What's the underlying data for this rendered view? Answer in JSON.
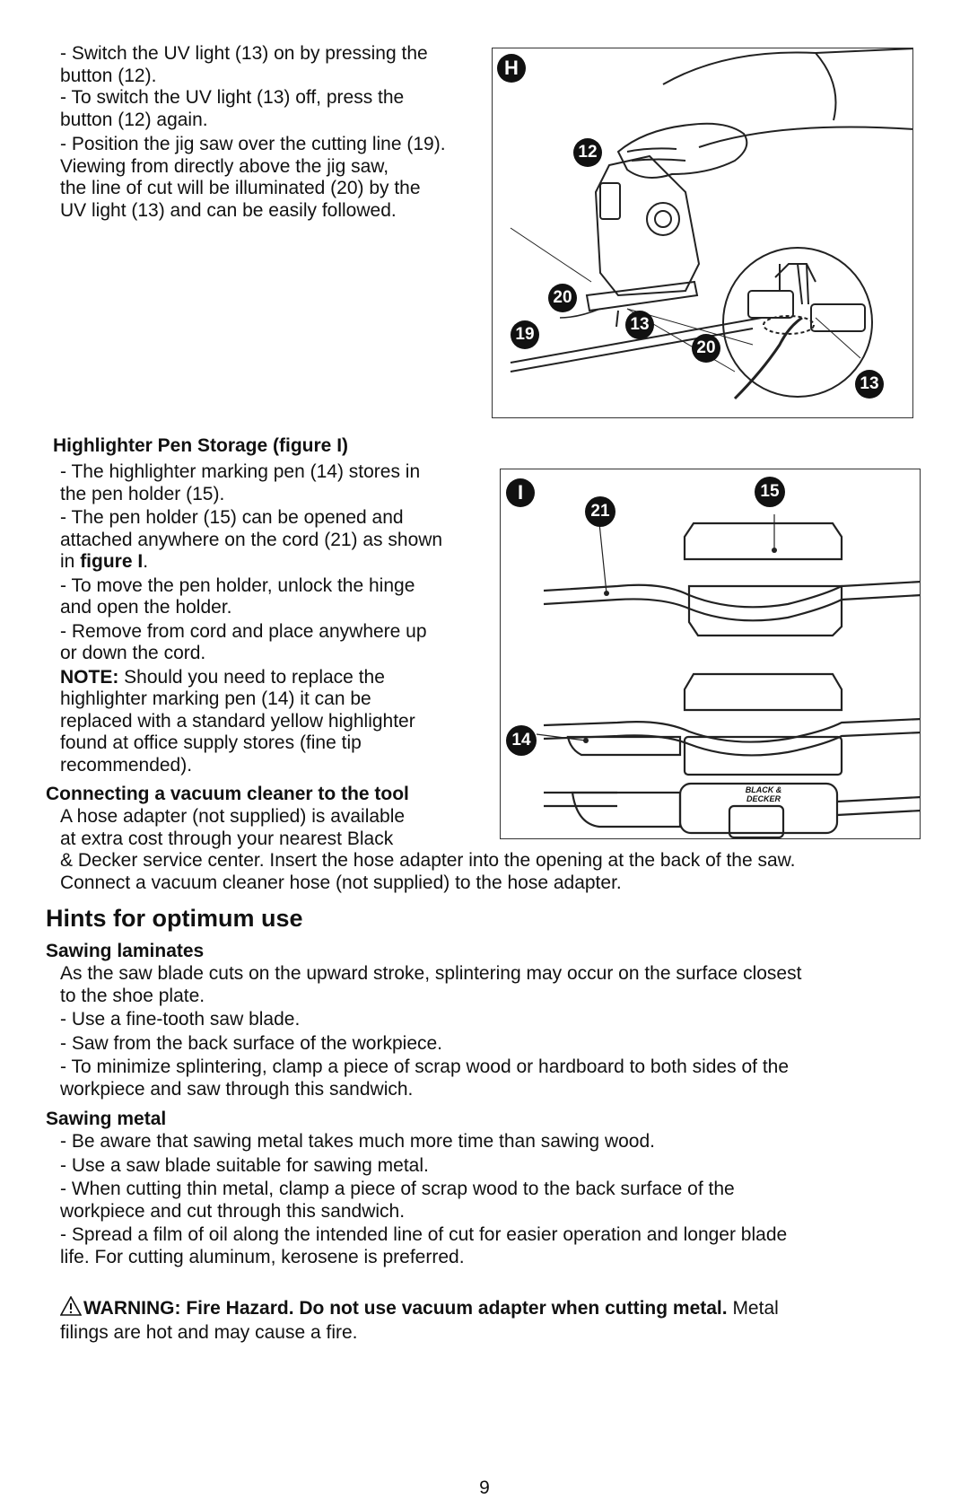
{
  "uv_section": {
    "lines": [
      "- Switch the UV light (13) on by pressing the",
      "button (12).",
      "- To switch the UV light (13) off, press the",
      "button (12) again.",
      " - Position the jig saw over the cutting line (19).",
      "Viewing from directly above the jig saw,",
      "the line of cut will be illuminated (20) by the",
      "UV light (13) and can be easily followed."
    ]
  },
  "figure_h": {
    "label": "H",
    "callouts": {
      "c12": "12",
      "c20a": "20",
      "c19": "19",
      "c13a": "13",
      "c20b": "20",
      "c13b": "13"
    }
  },
  "pen_storage": {
    "heading": "Highlighter Pen Storage (figure I)",
    "line1": "- The highlighter marking pen (14) stores in",
    "line2": "the pen holder (15).",
    "line3": " - The pen holder (15) can be opened and",
    "line4": "attached anywhere on the cord (21) as shown",
    "line5_pre": "in ",
    "line5_bold": "figure I",
    "line5_post": ".",
    "line6": " - To move the pen holder, unlock the hinge",
    "line7": "and open the holder.",
    "line8": " - Remove from cord and place anywhere up",
    "line9": "or down the cord.",
    "note_label": "NOTE:",
    "note_text": " Should you need to replace the",
    "line11": "highlighter marking pen (14) it can be",
    "line12": "replaced with a standard yellow highlighter",
    "line13": "found at office supply stores (fine tip",
    "line14": "recommended)."
  },
  "figure_i": {
    "label": "I",
    "callouts": {
      "c21": "21",
      "c15": "15",
      "c14": "14"
    },
    "brand_mark": "BLACK & DECKER"
  },
  "vacuum": {
    "heading": "Connecting a vacuum cleaner to the tool",
    "line1": "A hose adapter (not supplied) is available",
    "line2": "at extra cost through your nearest Black",
    "line3": "& Decker service center. Insert the hose adapter into the opening at the back of the saw.",
    "line4": "Connect a vacuum cleaner hose (not supplied) to the hose adapter."
  },
  "hints": {
    "heading": "Hints for optimum use",
    "laminates": {
      "heading": "Sawing laminates",
      "lines": [
        "As the saw blade cuts on the upward stroke, splintering may occur on the surface closest",
        "to the shoe plate.",
        "- Use a fine-tooth saw blade.",
        "- Saw from the back surface of the workpiece.",
        "- To minimize splintering, clamp a piece of scrap wood or hardboard to both sides of the",
        "workpiece and saw through this sandwich."
      ]
    },
    "metal": {
      "heading": "Sawing metal",
      "lines": [
        "- Be aware that sawing metal takes much more time than sawing wood.",
        "- Use a saw blade suitable for sawing metal.",
        "- When cutting thin metal, clamp a piece of scrap wood to the back surface of the",
        "workpiece and cut through this sandwich.",
        "- Spread a film of oil along the intended line of cut for easier operation and longer blade",
        "life. For cutting aluminum, kerosene is preferred."
      ]
    }
  },
  "warning": {
    "icon": "warning-triangle-icon",
    "bold": "WARNING:  Fire Hazard. Do not use vacuum adapter when cutting metal.",
    "rest": " Metal",
    "line2": "filings are hot and may cause a fire."
  },
  "page_number": "9"
}
